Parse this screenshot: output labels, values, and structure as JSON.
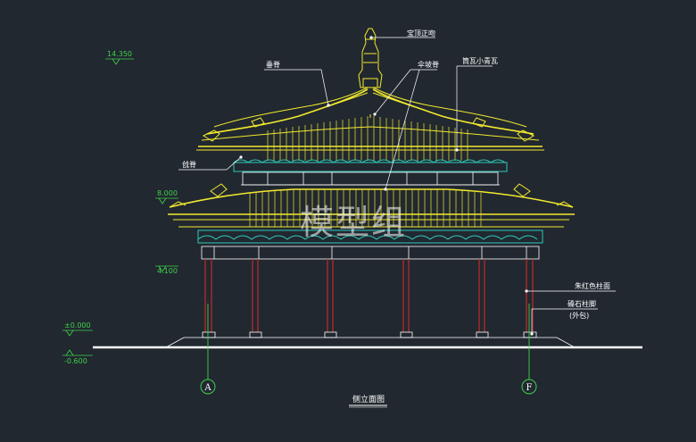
{
  "drawing": {
    "title": "侧立面图",
    "watermark": "模型组",
    "colors": {
      "background": "#212830",
      "roof": "#f2e92e",
      "bracket": "#2ec9b8",
      "column": "#c42a2a",
      "level": "#3fd14a",
      "axis": "#3fd14a",
      "ground": "#ffffff"
    }
  },
  "levels": [
    {
      "value": "14.350"
    },
    {
      "value": "8.000"
    },
    {
      "value": "4.100"
    },
    {
      "value": "±0.000"
    },
    {
      "value": "-0.600"
    }
  ],
  "annotations": [
    {
      "text": "宝顶正吻"
    },
    {
      "text": "垂脊"
    },
    {
      "text": "伞坡脊"
    },
    {
      "text": "筒瓦小青瓦"
    },
    {
      "text": "戗脊"
    },
    {
      "text": "朱红色柱面"
    },
    {
      "text": "磉石柱脚"
    },
    {
      "text": "(外包)"
    }
  ],
  "axes": [
    {
      "label": "A"
    },
    {
      "label": "F"
    }
  ]
}
